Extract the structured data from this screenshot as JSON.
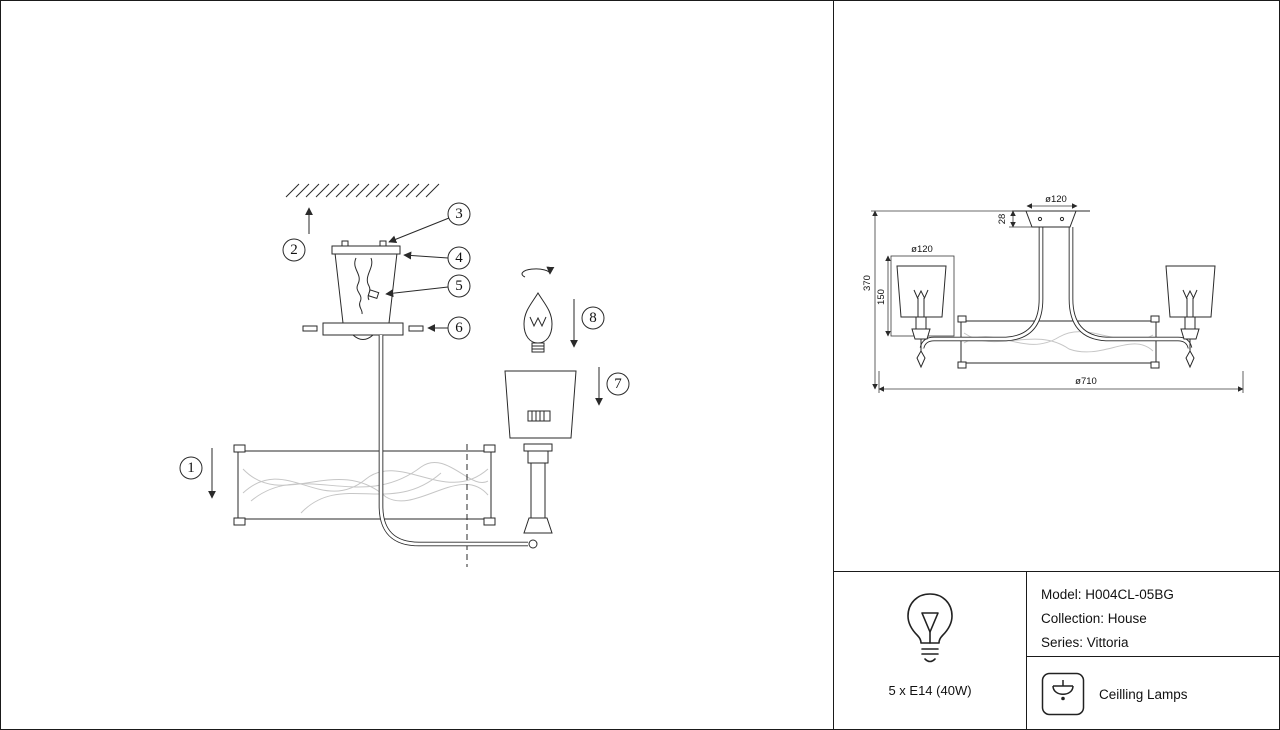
{
  "assembly": {
    "callouts": [
      "1",
      "2",
      "3",
      "4",
      "5",
      "6",
      "7",
      "8"
    ]
  },
  "dimensions": {
    "canopy_diameter": "ø120",
    "canopy_height": "28",
    "overall_height": "370",
    "shade_height": "150",
    "shade_diameter": "ø120",
    "overall_diameter": "ø710"
  },
  "info": {
    "bulb_spec": "5 x E14 (40W)",
    "model": "Model: H004CL-05BG",
    "collection": "Collection: House",
    "series": "Series: Vittoria",
    "category": "Ceilling Lamps"
  }
}
